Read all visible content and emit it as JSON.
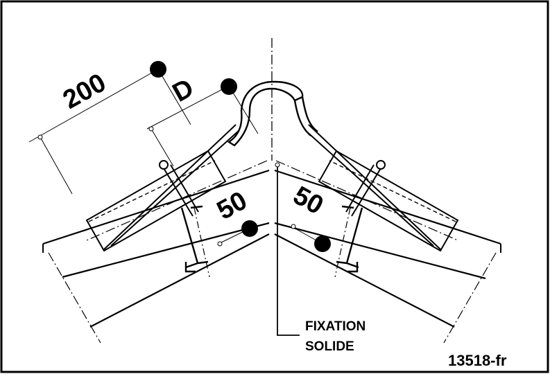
{
  "labels": {
    "dim_200": "200",
    "dim_d": "D",
    "dim_50_left": "50",
    "dim_50_right": "50",
    "note_line1": "FIXATION",
    "note_line2": "SOLIDE",
    "reference": "13518-fr"
  },
  "colors": {
    "ink": "#000000",
    "paper": "#ffffff"
  }
}
